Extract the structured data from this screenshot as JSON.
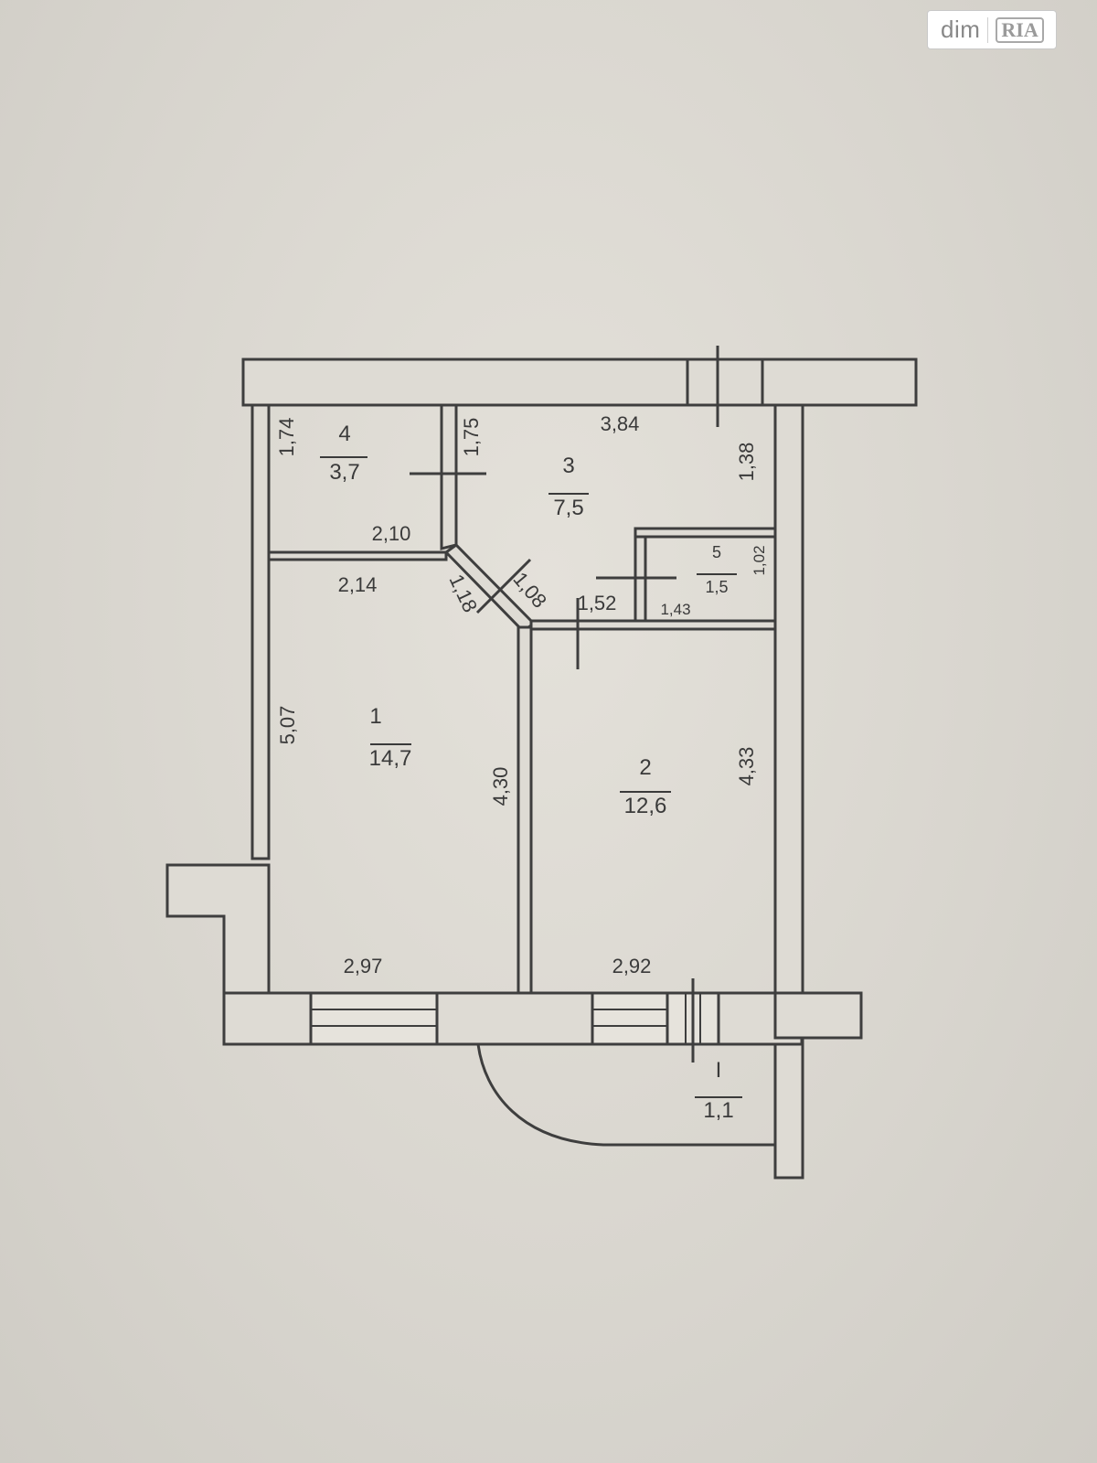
{
  "watermark": {
    "brand_left": "dim",
    "brand_right": "RIA"
  },
  "rooms": [
    {
      "number": "1",
      "area": "14,7"
    },
    {
      "number": "2",
      "area": "12,6"
    },
    {
      "number": "3",
      "area": "7,5"
    },
    {
      "number": "4",
      "area": "3,7"
    },
    {
      "number": "5",
      "area": "1,5"
    },
    {
      "number": "I",
      "area": "1,1"
    }
  ],
  "dimensions": {
    "room4_height": "1,74",
    "room4_width": "2,10",
    "room4_side": "1,75",
    "room3_width": "3,84",
    "room3_height": "1,38",
    "room5_height": "1,02",
    "room5_width": "1,43",
    "corridor_bottom": "1,52",
    "diag_1": "1,18",
    "diag_2": "1,08",
    "room1_top": "2,14",
    "room1_left": "5,07",
    "room1_right": "4,30",
    "room1_bottom": "2,97",
    "room2_right": "4,33",
    "room2_bottom": "2,92"
  },
  "colors": {
    "wall": "#3e3e3e",
    "wall_fill": "#dedbd4",
    "text": "#3a3a3a"
  }
}
